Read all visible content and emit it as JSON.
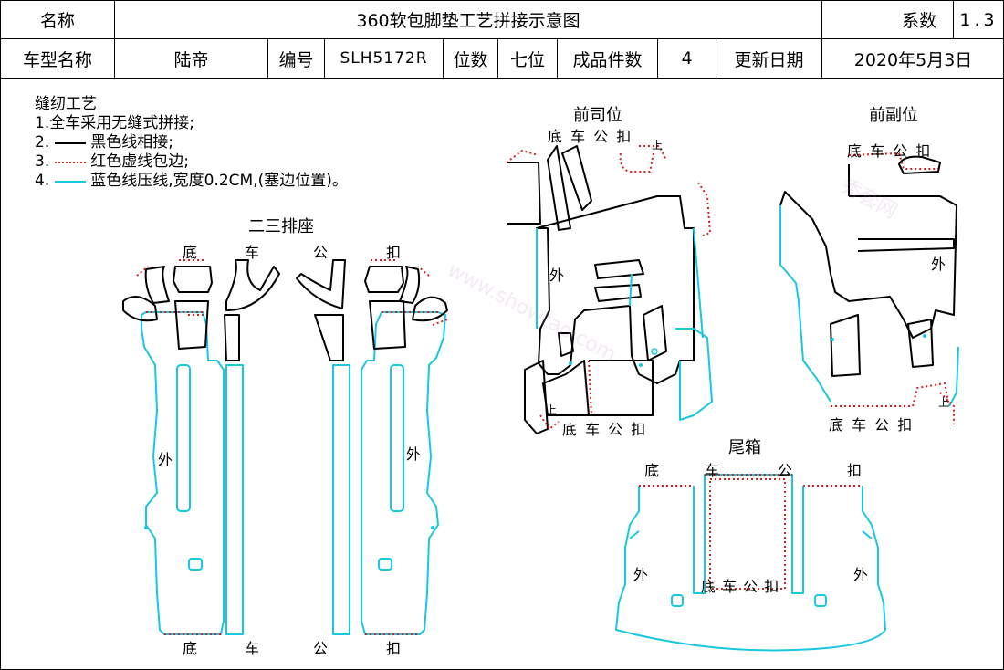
{
  "header": {
    "name_label": "名称",
    "title": "360软包脚垫工艺拼接示意图",
    "coef_label": "系数",
    "coef_value": "1.3",
    "model_label": "车型名称",
    "model_value": "陆帝",
    "code_label": "编号",
    "code_value": "SLH5172R",
    "seats_label": "位数",
    "seats_value": "七位",
    "pieces_label": "成品件数",
    "pieces_value": "4",
    "date_label": "更新日期",
    "date_value": "2020年5月3日"
  },
  "legend": {
    "title": "缝纫工艺",
    "item1": "1.全车采用无缝式拼接;",
    "item2_num": "2.",
    "item2_text": "黑色线相接;",
    "item3_num": "3.",
    "item3_text": "红色虚线包边;",
    "item4_num": "4.",
    "item4_text": "蓝色线压线,宽度0.2CM,(塞边位置)。"
  },
  "colors": {
    "black_line": "#000000",
    "red_dashed": "#d42020",
    "blue_line": "#18c8e0"
  },
  "sections": {
    "rear_seats": "二三排座",
    "driver": "前司位",
    "passenger": "前副位",
    "trunk": "尾箱"
  },
  "labels": {
    "base_di": "底",
    "base_che": "车",
    "base_gong": "公",
    "base_kou": "扣",
    "base_full": "底 车 公 扣",
    "outer": "外",
    "top": "上"
  },
  "watermark": {
    "brand": "秀套网",
    "site": "www.showtao.com"
  }
}
